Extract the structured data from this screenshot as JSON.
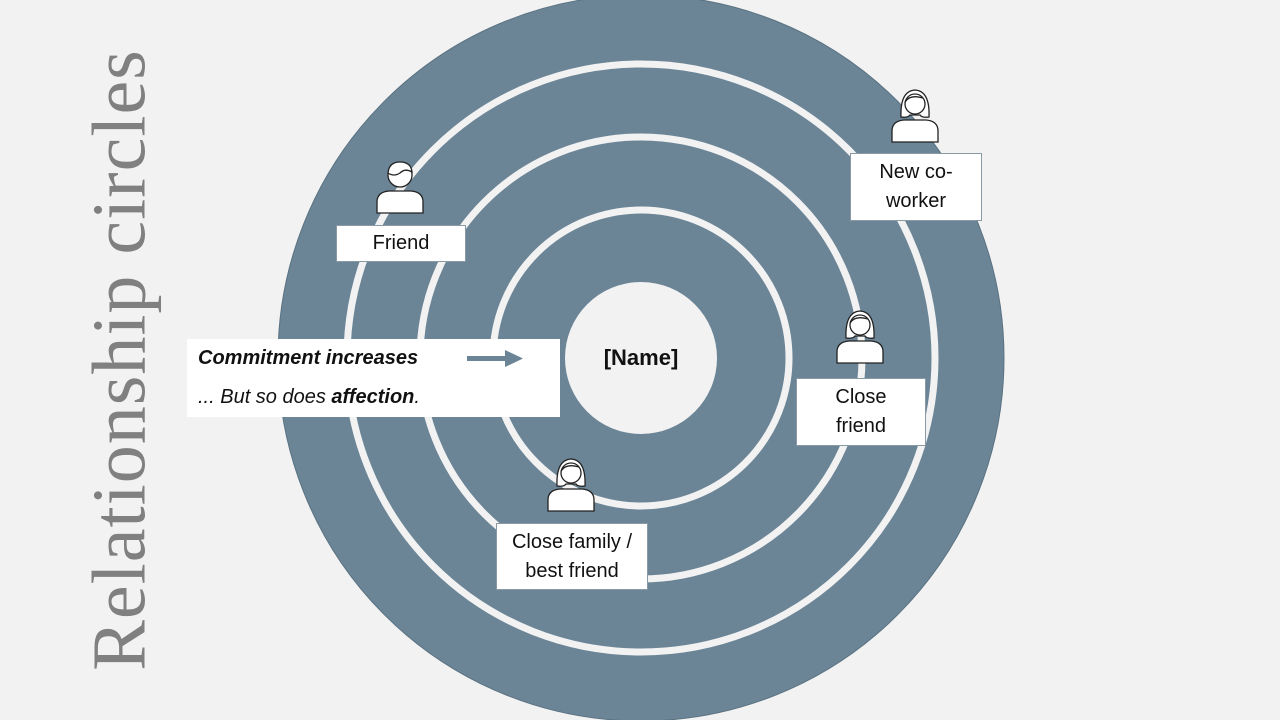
{
  "title": "Relationship circles",
  "center_label": "[Name]",
  "colors": {
    "ring": "#6b8596",
    "gap": "#f2f2f2",
    "background": "#f2f2f2",
    "title": "#808080"
  },
  "note": {
    "line1": "Commitment increases",
    "line2_prefix": "... But so does ",
    "line2_bold": "affection",
    "line2_suffix": "."
  },
  "people": [
    {
      "label": "Friend",
      "icon": "person-male-icon"
    },
    {
      "label": "New co-worker",
      "icon": "person-female-icon"
    },
    {
      "label": "Close friend",
      "icon": "person-female-icon"
    },
    {
      "label": "Close family / best friend",
      "icon": "person-female-icon"
    }
  ]
}
